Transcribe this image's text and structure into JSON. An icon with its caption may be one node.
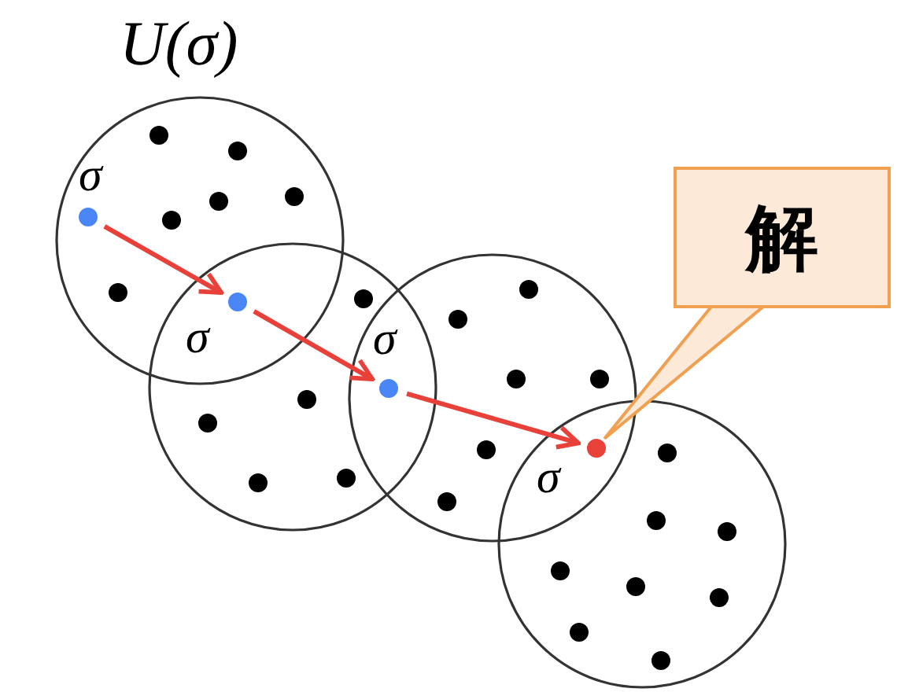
{
  "diagram": {
    "nodes": [
      {
        "text": [],
        "shape": "circle",
        "beside": [
          "σ"
        ]
      },
      {
        "text": [],
        "shape": "circle",
        "beside": [
          "σ"
        ]
      },
      {
        "text": [],
        "shape": "circle",
        "beside": [
          "σ"
        ]
      },
      {
        "text": [],
        "shape": "circle",
        "beside": [
          "σ"
        ]
      },
      {
        "text": [
          "解"
        ]
      }
    ],
    "edges": [
      {
        "from": 0,
        "to": 1,
        "arrow": "to"
      },
      {
        "from": 1,
        "to": 2,
        "arrow": "to"
      },
      {
        "from": 2,
        "to": 3,
        "arrow": "to"
      },
      {
        "from": 4,
        "to": 3,
        "arrow": "none"
      }
    ],
    "labels": [
      "U(σ)"
    ]
  }
}
